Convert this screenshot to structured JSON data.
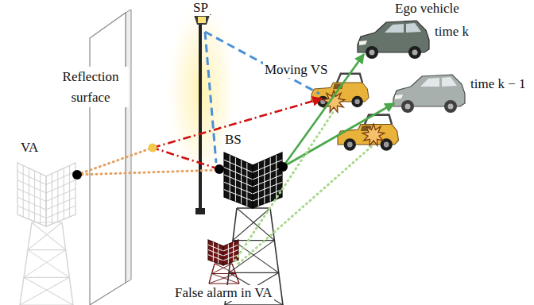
{
  "diagram": {
    "labels": [
      "Ego vehicle",
      "time k",
      "SP",
      "Reflection surface",
      "Moving VS",
      "time k − 1",
      "VA",
      "BS",
      "False alarm in VA"
    ]
  }
}
